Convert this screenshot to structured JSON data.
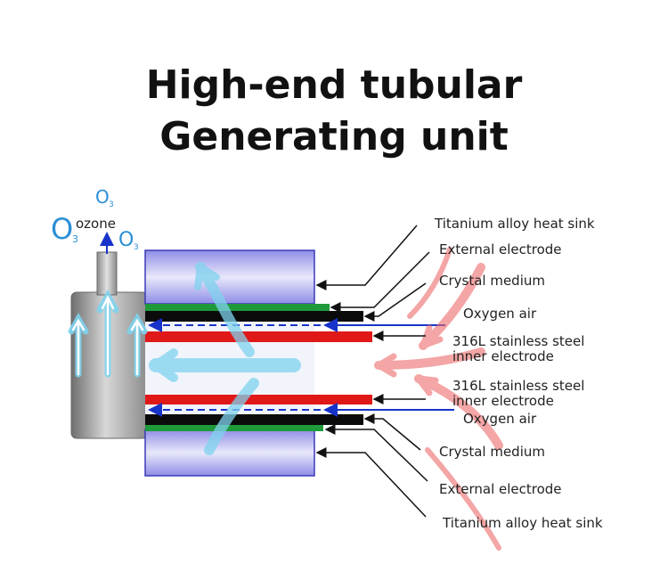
{
  "title": {
    "line1": "High-end tubular",
    "line2": "Generating unit"
  },
  "ozone": {
    "label": "ozone",
    "molecule": "O",
    "subscript": "3"
  },
  "labels": {
    "heat_sink_top": "Titanium alloy heat sink",
    "external_electrode_top": "External electrode",
    "crystal_medium_top": "Crystal medium",
    "oxygen_air_top": "Oxygen air",
    "inner_electrode_top_1": "316L stainless steel",
    "inner_electrode_top_2": "inner electrode",
    "inner_electrode_bottom_1": "316L stainless steel",
    "inner_electrode_bottom_2": "inner electrode",
    "oxygen_air_bottom": "Oxygen air",
    "crystal_medium_bottom": "Crystal medium",
    "external_electrode_bottom": "External electrode",
    "heat_sink_bottom": "Titanium alloy heat sink"
  },
  "colors": {
    "heat_sink": "#a9a8ee",
    "crystal_green": "#1f9a3a",
    "electrode_black": "#0b0b0b",
    "inner_electrode_red": "#e01818",
    "air_flow_blue": "#1733c9",
    "ozone_flow_cyan": "#7fd3ee",
    "inflow_red": "#ee6a6a",
    "housing_grey": "#9c9c9c",
    "ozone_text": "#2b8fd6"
  }
}
